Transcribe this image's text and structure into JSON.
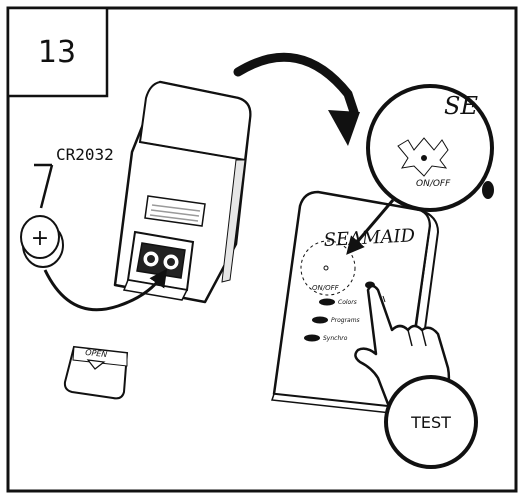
{
  "step_number": "13",
  "battery_label": "CR2032",
  "plus_symbol": "+",
  "door_label": "OPEN",
  "brand_name": "SEAMAID",
  "brand_zoom": "SE",
  "onoff_label": "ON/OFF",
  "buttons": [
    "Colors",
    "Programs",
    "Synchro"
  ],
  "test_label": "TEST",
  "colors": {
    "ink": "#111111",
    "paper": "#ffffff",
    "grey": "#9a9a9a"
  }
}
